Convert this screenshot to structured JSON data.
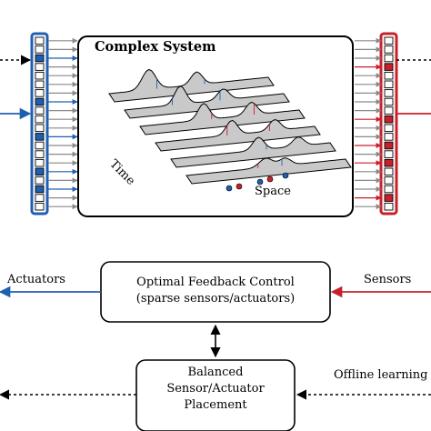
{
  "complex_system": {
    "title": "Complex System",
    "axis_time": "Time",
    "axis_space": "Space"
  },
  "control_box": {
    "line1": "Optimal Feedback Control",
    "line2": "(sparse sensors/actuators)"
  },
  "placement_box": {
    "line1": "Balanced",
    "line2": "Sensor/Actuator",
    "line3": "Placement"
  },
  "labels": {
    "actuators": "Actuators",
    "sensors": "Sensors",
    "offline": "Offline learning"
  },
  "colors": {
    "actuator": "#1f5fb0",
    "sensor": "#c8202a",
    "frame": "#000000",
    "sheet": "#c9c9c9",
    "arrow_gray": "#8a8a8a"
  }
}
